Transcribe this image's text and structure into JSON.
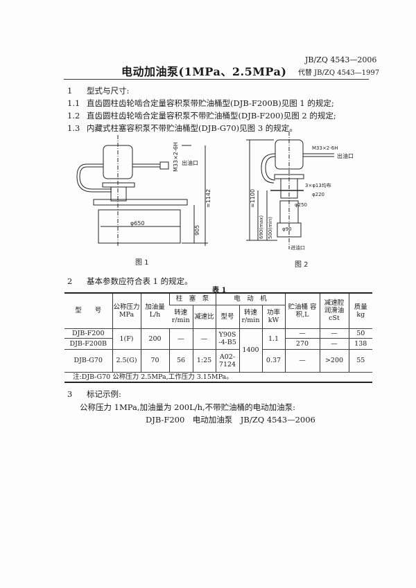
{
  "header": {
    "title": "电动加油泵(1MPa、2.5MPa)",
    "standard": "JB/ZQ 4543—2006",
    "replaces": "代替 JB/ZQ 4543—1997"
  },
  "section1": {
    "heading": {
      "num": "1",
      "text": "型式与尺寸:"
    },
    "items": [
      {
        "num": "1.1",
        "text": "直齿圆柱齿轮啮合定量容积泵带贮油桶型(DJB-F200B)见图 1 的规定;"
      },
      {
        "num": "1.2",
        "text": "直齿圆柱齿轮啮合定量容积泵不带贮油桶型(DJB-F200)见图 2 的规定;"
      },
      {
        "num": "1.3",
        "text": "内藏式柱塞容积泵不带贮油桶型(DJB-G70)见图 3 的规定。"
      }
    ]
  },
  "figure1": {
    "caption": "图 1",
    "thread": "M33×2-6H",
    "outlet": "出油口",
    "overall_height": "≈1142",
    "height": "905",
    "diameter": "φ650"
  },
  "figure2": {
    "caption": "图 2",
    "thread": "M33×2-6H",
    "outlet": "出油口",
    "overall_height": "≈1100",
    "max_depth": "690(max)",
    "min_depth": "500(min)",
    "holes": "3×φ13均布",
    "d220": "φ220",
    "d250": "φ250",
    "d90": "φ90",
    "inlet": "进油口"
  },
  "section2": {
    "num": "2",
    "text": "基本参数应符合表 1 的规定。",
    "table_caption": "表 1"
  },
  "table": {
    "headers": {
      "model": "型　　号",
      "pressure": "公称压力 MPa",
      "flow": "加油量 L/h",
      "plunger_pump": "柱　塞　泵",
      "motor": "电　动　机",
      "pump_speed": "转速 r/min",
      "reduction": "减速比",
      "motor_model": "型号",
      "motor_speed": "转速 r/min",
      "power": "功率 kW",
      "tank": "贮油桶 容积,L",
      "lube": "减速腔 润滑油 cSt",
      "mass": "质量 kg"
    },
    "rows": [
      {
        "model": "DJB-F200",
        "pressure": "1(F)",
        "flow": "200",
        "pump_speed": "—",
        "reduction": "—",
        "motor_model": "Y90S -4-B5",
        "motor_speed": "1400",
        "power": "1.1",
        "tank": "—",
        "lube": "—",
        "mass": "50"
      },
      {
        "model": "DJB-F200B",
        "tank": "270",
        "lube": "—",
        "mass": "138"
      },
      {
        "model": "DJB-G70",
        "pressure": "2.5(G)",
        "flow": "70",
        "pump_speed": "56",
        "reduction": "1:25",
        "motor_model": "A02- 7124",
        "power": "0.37",
        "tank": "—",
        "lube": ">200",
        "mass": "55"
      }
    ],
    "note": "注:DJB-G70 公称压力 2.5MPa,工作压力 3.15MPa。"
  },
  "section3": {
    "num": "3",
    "text": "标记示例:",
    "example": "公称压力 1MPa,加油量为 200L/h,不带贮油桶的电动加油泵:",
    "marking": "DJB-F200　电动加油泵　JB/ZQ 4543—2006"
  }
}
